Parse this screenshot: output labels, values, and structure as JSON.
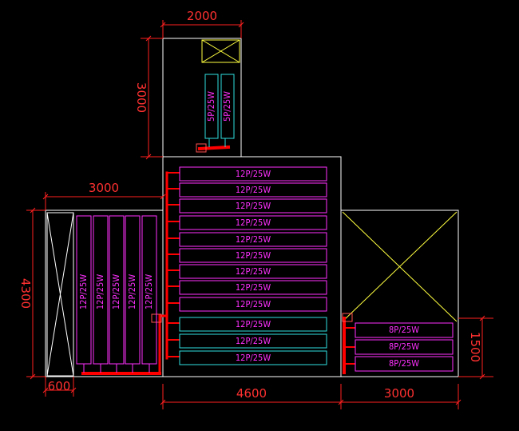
{
  "colors": {
    "background": "#000000",
    "outline": "#ffffff",
    "dimension": "#ff2020",
    "magenta": "#ff30ff",
    "cyan": "#30e0e0",
    "yellow": "#ffff40",
    "pipe": "#ff0000"
  },
  "dimensions": {
    "top_width": "2000",
    "top_height": "3000",
    "mid_left_width": "3000",
    "left_height": "4300",
    "left_aisle": "600",
    "center_width": "4600",
    "right_width": "3000",
    "right_height": "1500"
  },
  "labels": {
    "top_units": [
      "5P/25W",
      "5P/25W"
    ],
    "center_units": [
      "12P/25W",
      "12P/25W",
      "12P/25W",
      "12P/25W",
      "12P/25W",
      "12P/25W",
      "12P/25W",
      "12P/25W",
      "12P/25W"
    ],
    "center_units_cyan": [
      "12P/25W",
      "12P/25W",
      "12P/25W"
    ],
    "left_units": [
      "12P/25W",
      "12P/25W",
      "12P/25W",
      "12P/25W",
      "12P/25W"
    ],
    "right_units": [
      "8P/25W",
      "8P/25W",
      "8P/25W"
    ]
  }
}
